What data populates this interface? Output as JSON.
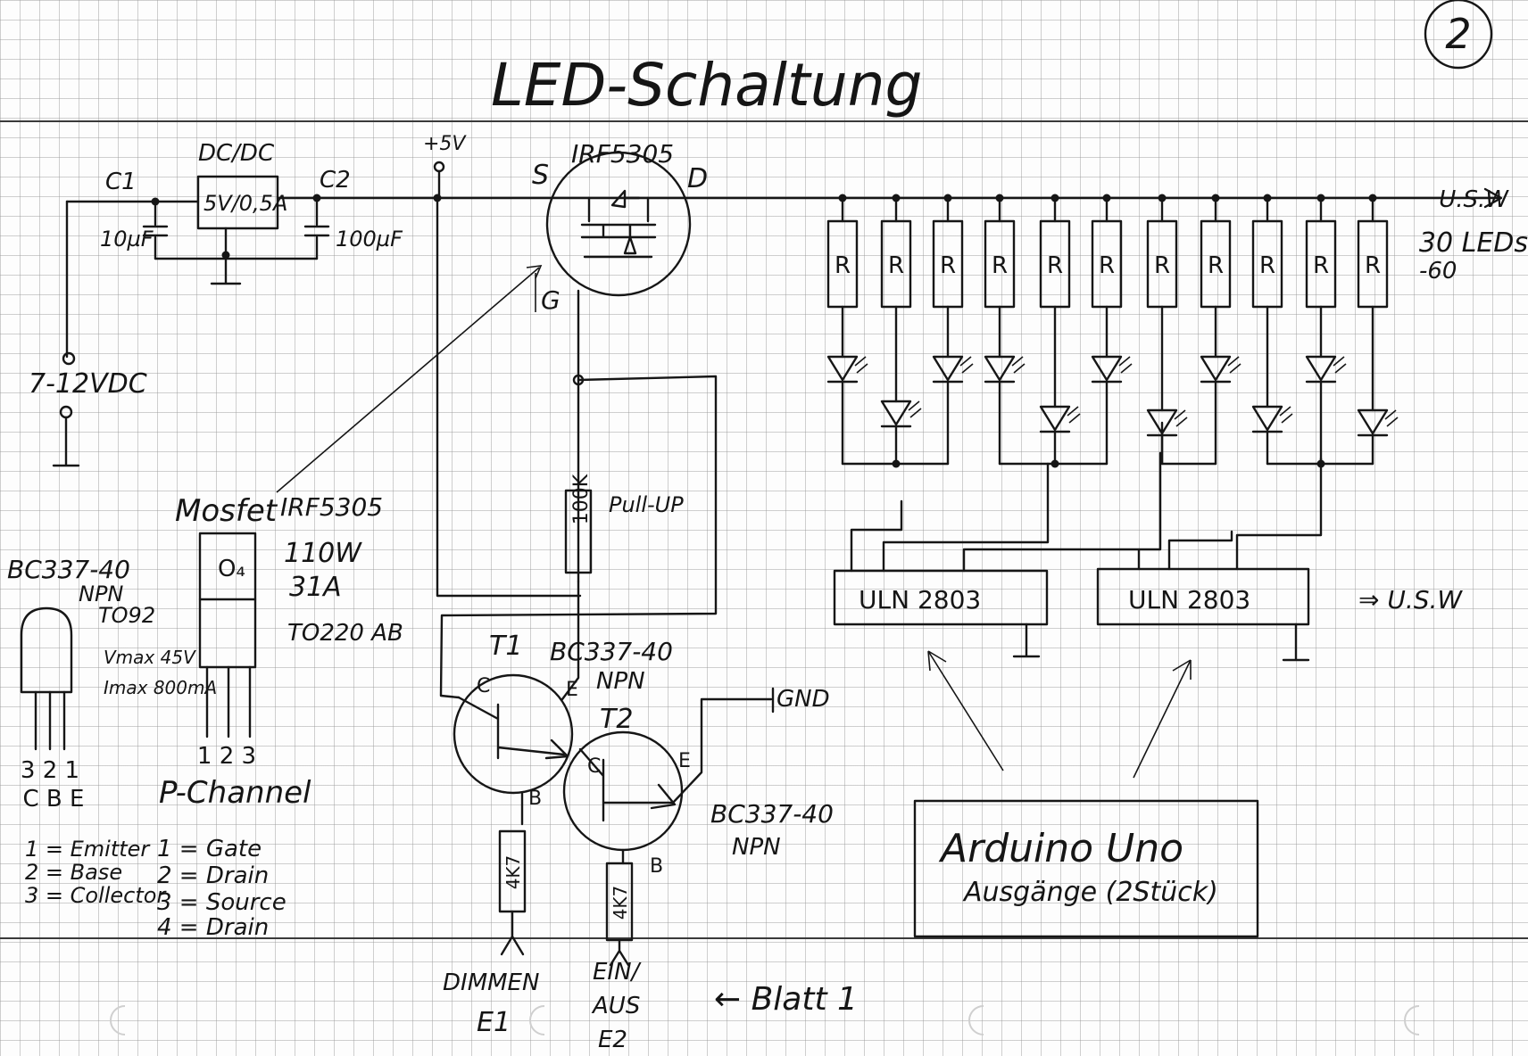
{
  "page_number": "2",
  "title": "LED-Schaltung",
  "power": {
    "input": "7-12VDC",
    "c1_name": "C1",
    "c1_value": "10µF",
    "converter_title": "DC/DC",
    "converter_value": "5V/0,5A",
    "c2_name": "C2",
    "c2_value": "100µF",
    "plus5v": "+5V"
  },
  "mosfet": {
    "part": "IRF5305",
    "source": "S",
    "drain": "D",
    "gate": "G",
    "pullup_label": "Pull-UP",
    "pullup_value": "100K"
  },
  "led_bank": {
    "resistor": "R",
    "outputs": "U.S.W",
    "count_line1": "30 LEDs",
    "count_line2": "-60"
  },
  "drivers": {
    "uln1": "ULN 2803",
    "uln2": "ULN 2803",
    "more": "⇒ U.S.W"
  },
  "arduino": {
    "line1": "Arduino Uno",
    "line2": "Ausgänge (2Stück)"
  },
  "transistors": {
    "t1": "T1",
    "t2": "T2",
    "t1_type_line1": "BC337-40",
    "t1_type_line2": "NPN",
    "t2_type_line1": "BC337-40",
    "t2_type_line2": "NPN",
    "c": "C",
    "b": "B",
    "e": "E",
    "gnd": "GND",
    "r_base1": "4K7",
    "r_base2": "4K7",
    "in1_line1": "DIMMEN",
    "in1_line2": "E1",
    "in2_line1": "EIN/",
    "in2_line2": "AUS",
    "in2_line3": "E2",
    "sheet_ref": "← Blatt 1"
  },
  "legend_bc": {
    "type": "BC337-40",
    "polarity": "NPN",
    "package": "TO92",
    "vmax": "Vmax 45V",
    "imax": "Imax 800mA",
    "pins_num": "3 2 1",
    "pins_letters": "C B E",
    "pin1": "1 = Emitter",
    "pin2": "2 = Base",
    "pin3": "3 = Collector"
  },
  "legend_mosfet": {
    "kind": "Mosfet",
    "part": "IRF5305",
    "power": "110W",
    "current": "31A",
    "package": "TO220 AB",
    "tab": "O₄",
    "pins_num": "1 2 3",
    "channel": "P-Channel",
    "pin1": "1 = Gate",
    "pin2": "2 = Drain",
    "pin3": "3 = Source",
    "pin4": "4 = Drain"
  }
}
